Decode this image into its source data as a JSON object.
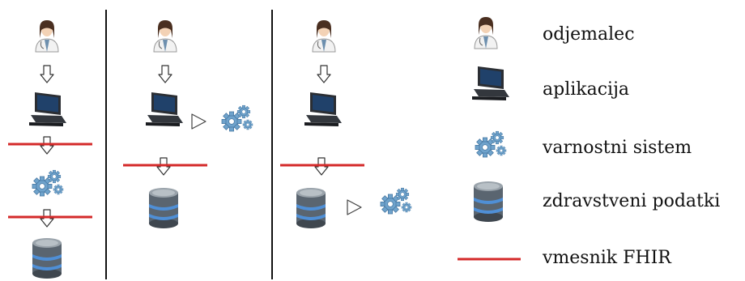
{
  "legend": {
    "items": [
      {
        "icon": "doctor-icon",
        "label": "odjemalec"
      },
      {
        "icon": "computer-icon",
        "label": "aplikacija"
      },
      {
        "icon": "gears-icon",
        "label": "varnostni sistem"
      },
      {
        "icon": "database-icon",
        "label": "zdravstveni podatki"
      },
      {
        "icon": "fhir-line-icon",
        "label": "vmesnik FHIR"
      }
    ]
  },
  "colors": {
    "fhir_line": "#d42a2a",
    "divider": "#111111",
    "gear": "#6fa3cc",
    "db_body": "#5a6570",
    "db_band": "#4f8fd6"
  }
}
